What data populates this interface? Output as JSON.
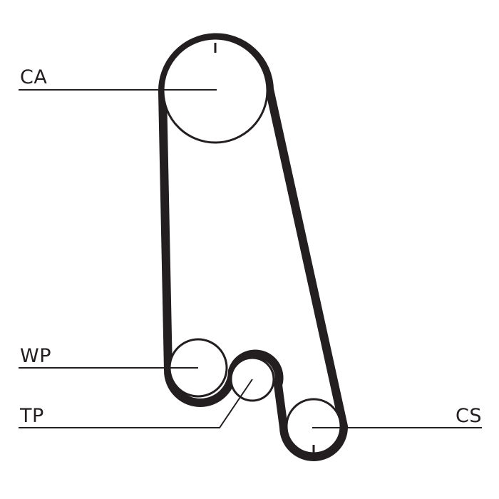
{
  "diagram": {
    "type": "timing-belt-layout",
    "labels": {
      "camshaft": "CA",
      "water_pump": "WP",
      "tensioner": "TP",
      "crankshaft": "CS"
    },
    "colors": {
      "line": "#231f20",
      "background": "#ffffff"
    }
  }
}
